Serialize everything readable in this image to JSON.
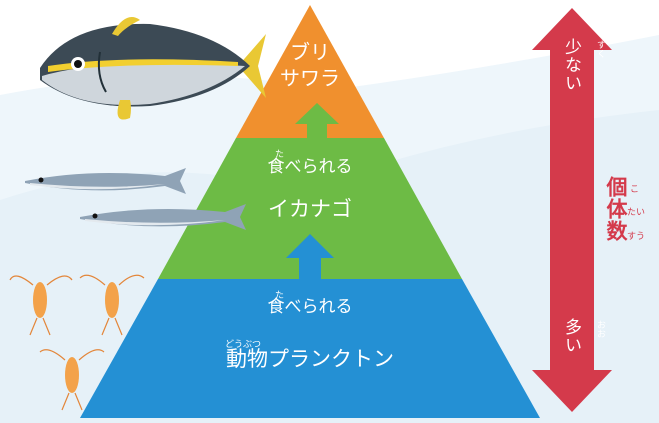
{
  "pyramid": {
    "top": {
      "line1": "ブリ",
      "line2": "サワラ",
      "color": "#f0902e"
    },
    "middle": {
      "eaten_ruby": "た",
      "eaten_label": "食べられる",
      "name": "イカナゴ",
      "color": "#6dbb45"
    },
    "bottom": {
      "eaten_ruby": "た",
      "eaten_label": "食べられる",
      "name_ruby": "どうぶつ",
      "name": "動物プランクトン",
      "color": "#2490d4"
    }
  },
  "scale_arrow": {
    "top_ruby": "すく",
    "top_label": "少ない",
    "title": "個体数",
    "title_ruby_1": "こ",
    "title_ruby_2": "たい",
    "title_ruby_3": "すう",
    "bottom_ruby": "おお",
    "bottom_label": "多い",
    "color": "#d43a4b"
  },
  "illustrations": {
    "top_animal": "yellowtail-fish",
    "middle_animal": "sand-lance-fish",
    "bottom_animal": "copepod-plankton"
  }
}
